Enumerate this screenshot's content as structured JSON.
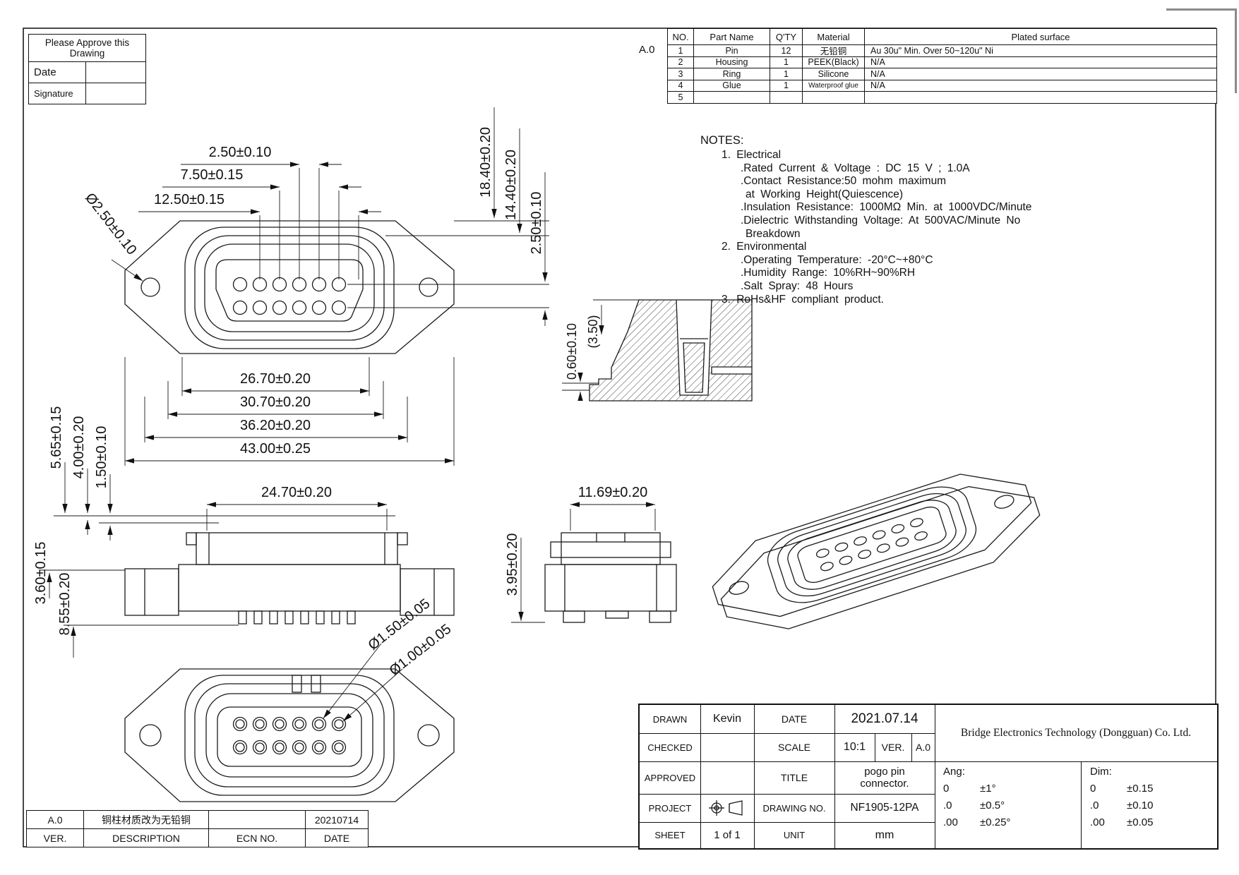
{
  "approval_box": {
    "title_line1": "Please Approve this",
    "title_line2": "Drawing",
    "date_label": "Date",
    "signature_label": "Signature"
  },
  "parts_table": {
    "rev_label": "A.0",
    "headers": [
      "NO.",
      "Part Name",
      "Q'TY",
      "Material",
      "Plated surface"
    ],
    "rows": [
      {
        "no": "1",
        "name": "Pin",
        "qty": "12",
        "material": "无铅铜",
        "plated": "Au 30u\" Min. Over 50~120u\" Ni"
      },
      {
        "no": "2",
        "name": "Housing",
        "qty": "1",
        "material": "PEEK(Black)",
        "plated": "N/A"
      },
      {
        "no": "3",
        "name": "Ring",
        "qty": "1",
        "material": "Silicone",
        "plated": "N/A"
      },
      {
        "no": "4",
        "name": "Glue",
        "qty": "1",
        "material": "Waterproof glue",
        "plated": "N/A"
      },
      {
        "no": "5",
        "name": "",
        "qty": "",
        "material": "",
        "plated": ""
      }
    ]
  },
  "notes": {
    "title": "NOTES:",
    "lines": [
      "1.  Electrical",
      ".Rated Current & Voltage : DC 15 V ; 1.0A",
      ".Contact Resistance:50 mohm maximum",
      "at Working Height(Quiescence)",
      ".Insulation Resistance: 1000MΩ Min. at 1000VDC/Minute",
      ".Dielectric Withstanding Voltage: At 500VAC/Minute No",
      "Breakdown",
      "2.  Environmental",
      ".Operating Temperature: -20°C~+80°C",
      ".Humidity Range: 10%RH~90%RH",
      ".Salt Spray: 48 Hours",
      "3.  RoHs&HF compliant product."
    ]
  },
  "dims": {
    "top_pitch_1": "2.50±0.10",
    "top_pitch_2": "7.50±0.15",
    "top_pitch_3": "12.50±0.15",
    "ear_hole_dia": "Ø2.50±0.10",
    "height_overall": "18.40±0.20",
    "height_inner": "14.40±0.20",
    "row_pitch": "2.50±0.10",
    "section_step": "0.60±0.10",
    "section_depth": "(3.50)",
    "width_1": "26.70±0.20",
    "width_2": "30.70±0.20",
    "width_3": "36.20±0.20",
    "width_overall": "43.00±0.25",
    "left_1": "5.65±0.15",
    "left_2": "4.00±0.20",
    "left_3": "1.50±0.10",
    "front_width": "24.70±0.20",
    "front_h1": "3.60±0.15",
    "front_h2": "8.55±0.20",
    "side_width": "11.69±0.20",
    "side_h": "3.95±0.20",
    "pin_dia_outer": "Ø1.50±0.05",
    "pin_dia_inner": "Ø1.00±0.05"
  },
  "title_block": {
    "drawn_label": "DRAWN",
    "drawn_value": "Kevin",
    "date_label": "DATE",
    "date_value": "2021.07.14",
    "checked_label": "CHECKED",
    "checked_value": "",
    "scale_label": "SCALE",
    "scale_value": "10:1",
    "ver_label": "VER.",
    "ver_value": "A.0",
    "approved_label": "APPROVED",
    "approved_value": "",
    "title_label": "TITLE",
    "title_value_1": "pogo pin",
    "title_value_2": "connector.",
    "project_label": "PROJECT",
    "drawing_no_label": "DRAWING NO.",
    "drawing_no_value": "NF1905-12PA",
    "sheet_label": "SHEET",
    "sheet_value": "1 of 1",
    "unit_label": "UNIT",
    "unit_value": "mm",
    "company": "Bridge Electronics Technology (Dongguan) Co. Ltd.",
    "ang_label": "Ang:",
    "dim_label": "Dim:",
    "ang_rows": [
      [
        "0",
        "±1°"
      ],
      [
        ".0",
        "±0.5°"
      ],
      [
        ".00",
        "±0.25°"
      ]
    ],
    "dim_rows": [
      [
        "0",
        "±0.15"
      ],
      [
        ".0",
        "±0.10"
      ],
      [
        ".00",
        "±0.05"
      ]
    ]
  },
  "revision_table": {
    "rows": [
      {
        "ver": "A.0",
        "description": "铜柱材质改为无铅铜",
        "ecn": "",
        "date": "20210714"
      }
    ],
    "headers": {
      "ver": "VER.",
      "description": "DESCRIPTION",
      "ecn": "ECN NO.",
      "date": "DATE"
    }
  }
}
